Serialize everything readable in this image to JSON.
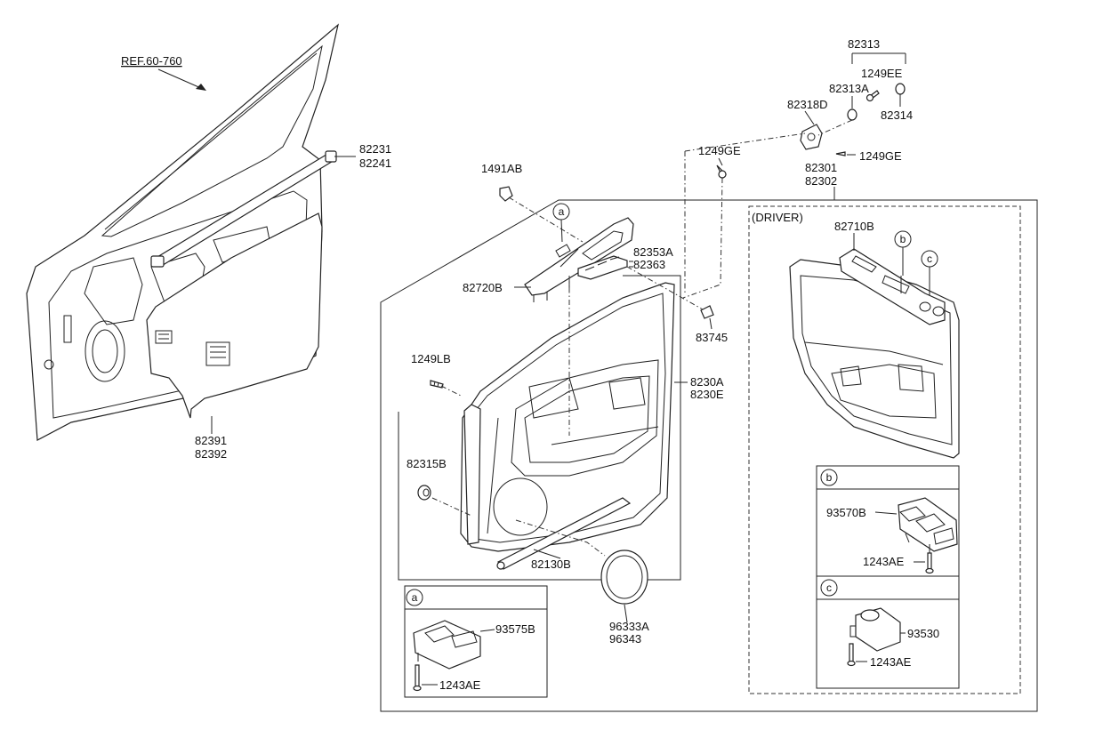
{
  "ref_label": "REF.60-760",
  "driver_label": "(DRIVER)",
  "callout_letters": {
    "a": "a",
    "b": "b",
    "c": "c"
  },
  "parts": {
    "p82313": "82313",
    "p1249EE": "1249EE",
    "p82313A": "82313A",
    "p82318D": "82318D",
    "p82314": "82314",
    "p1249GE_top": "1249GE",
    "p1249GE_right": "1249GE",
    "p82301": "82301",
    "p82302": "82302",
    "p82231": "82231",
    "p82241": "82241",
    "p1491AB": "1491AB",
    "p82353A": "82353A",
    "p82363": "82363",
    "p82720B": "82720B",
    "p83745": "83745",
    "p82710B": "82710B",
    "p1249LB": "1249LB",
    "p8230A": "8230A",
    "p8230E": "8230E",
    "p82391": "82391",
    "p82392": "82392",
    "p82315B": "82315B",
    "p82130B": "82130B",
    "p93570B": "93570B",
    "p1243AE_b": "1243AE",
    "p93575B": "93575B",
    "p1243AE_a": "1243AE",
    "p96333A": "96333A",
    "p96343": "96343",
    "p93530": "93530",
    "p1243AE_c": "1243AE"
  }
}
